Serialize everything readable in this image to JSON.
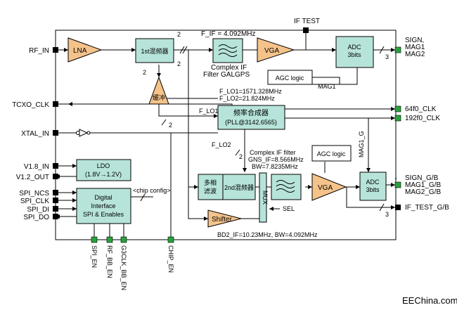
{
  "blocks": {
    "lna": "LNA",
    "mixer1": "1st混频器",
    "vga1": "VGA",
    "adc1": [
      "ADC",
      "3bits"
    ],
    "agc1": "AGC logic",
    "synth": [
      "频率合成器",
      "(PLL@3142.6565)"
    ],
    "buffer": "缓冲",
    "ldo": [
      "LDO",
      "(1.8V→1.2V)"
    ],
    "digital": [
      "Digital",
      "Interface",
      "SPI & Enables"
    ],
    "agc2": "AGC logic",
    "polyphase": [
      "多相",
      "滤波"
    ],
    "mixer2": "2nd混频器",
    "vga2": "VGA",
    "adc2": [
      "ADC",
      "3bits"
    ],
    "shifter": "Shifter",
    "mux": "MUX"
  },
  "pins_left": [
    "RF_IN",
    "TCXO_CLK",
    "XTAL_IN",
    "V1.8_IN",
    "V1.2_OUT",
    "SPI_NCS",
    "SPI_CLK",
    "SPI_DI",
    "SPI_DO"
  ],
  "pins_bottom": [
    "SPI_EN",
    "RF_BB_EN",
    "G3CLK_BB_EN",
    "CHIP_EN"
  ],
  "pins_right": {
    "sign": [
      "SIGN,",
      "MAG1",
      "MAG2"
    ],
    "clk64": "64f0_CLK",
    "clk192": "192f0_CLK",
    "sign_g": [
      "SIGN_G/B",
      "MAG1_G/B",
      "MAG2_G/B"
    ],
    "if_test_g": "IF_TEST_G/B"
  },
  "labels": {
    "if_test": "IF TEST",
    "f_if": "F_IF = 4.092MHz",
    "complex_if1": [
      "Complex IF",
      "Filter GALGPS"
    ],
    "f_lo": [
      "F_LO1=1571.328MHz",
      "F_LO2=21.824MHz"
    ],
    "f_lo1": "F_LO1",
    "f_lo2": "F_LO2",
    "mag1": "MAG1",
    "mag1_g": "MAG1_G",
    "complex_if2": [
      "Complex IF filter",
      "GNS_IF=8.566MHz",
      "BW=7.8235MHz"
    ],
    "chip_config": "<chip config>",
    "sel": "SEL",
    "bd2": "BD2_IF=10.23MHz, BW=4.092MHz",
    "bus_2": "2",
    "bus_3": "3",
    "watermark": "EEChina.com"
  }
}
